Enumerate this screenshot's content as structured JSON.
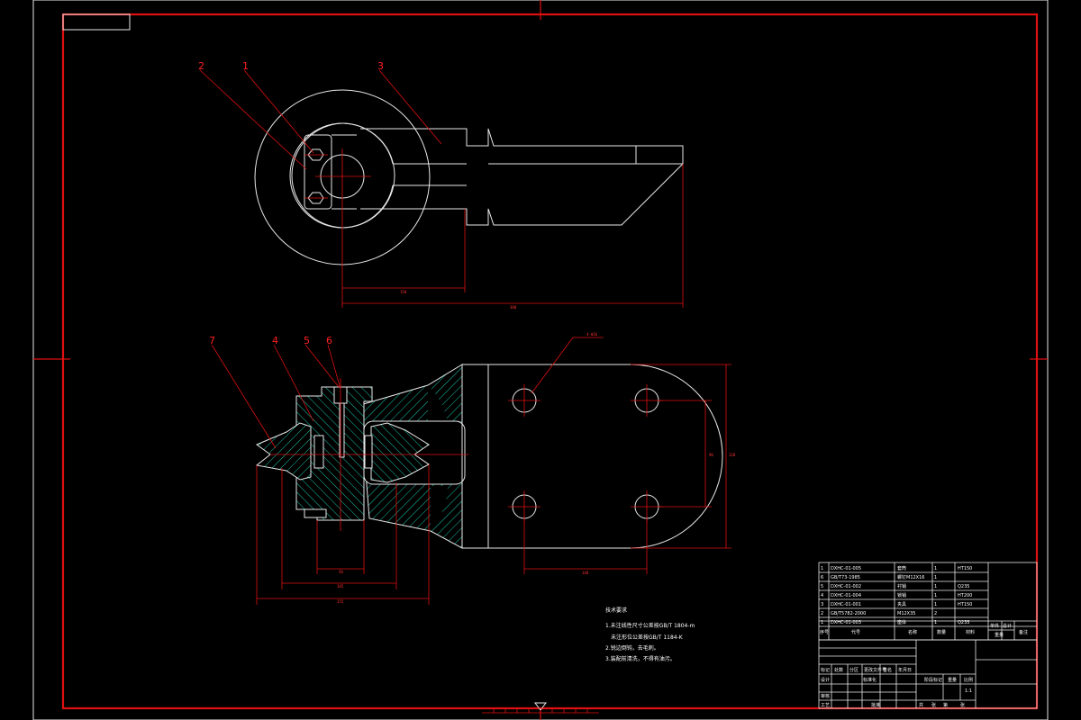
{
  "balloons": [
    "2",
    "1",
    "3",
    "7",
    "4",
    "5",
    "6"
  ],
  "dimensions": {
    "top_short": "150",
    "top_long": "300",
    "front_bore": "50",
    "front_mid": "105",
    "front_overall": "155",
    "side_height_inner": "90",
    "side_height_outer": "120",
    "side_hole_spacing": "140",
    "hole_callout": "4-Φ16"
  },
  "parts_list": [
    {
      "no": "1",
      "code": "DXHC-01-005",
      "name": "套筒",
      "qty": "1",
      "mat": "HT150"
    },
    {
      "no": "6",
      "code": "GB/T73-1985",
      "name": "螺钉M12X16",
      "qty": "1",
      "mat": ""
    },
    {
      "no": "5",
      "code": "DXHC-01-002",
      "name": "衬销",
      "qty": "1",
      "mat": "Q235"
    },
    {
      "no": "4",
      "code": "DXHC-01-004",
      "name": "锁销",
      "qty": "1",
      "mat": "HT200"
    },
    {
      "no": "3",
      "code": "DXHC-01-001",
      "name": "夹具",
      "qty": "1",
      "mat": "HT150"
    },
    {
      "no": "2",
      "code": "GB/T5782-2000",
      "name": "M12X35",
      "qty": "2",
      "mat": ""
    },
    {
      "no": "1",
      "code": "DXHC-01-003",
      "name": "座体",
      "qty": "1",
      "mat": "Q235"
    }
  ],
  "parts_header": {
    "no": "序号",
    "code": "代号",
    "name": "名称",
    "qty": "数量",
    "mat": "材料",
    "unit_wt": "单件",
    "total_wt": "总计",
    "weight": "重量",
    "remark": "备注"
  },
  "notes": {
    "title": "技术要求",
    "line1": "1.未注线性尺寸公差按GB/T 1804-m",
    "line2": "未注形位公差按GB/T 1184-K",
    "line3": "2.锐边倒钝，去毛刺。",
    "line4": "3.装配前清洗，不得有油污。"
  },
  "title_block": {
    "mark": "标记",
    "count": "处数",
    "zone": "分区",
    "change_doc": "更改文件号",
    "sign": "签名",
    "date": "年月日",
    "design": "设计",
    "standard": "标准化",
    "stage_mark": "阶段标记",
    "weight": "重量",
    "scale": "比例",
    "review": "审核",
    "process": "工艺",
    "approve": "批准",
    "sheet_total": "共",
    "sheet": "张",
    "sheet_no": "第",
    "scale_value": "1:1"
  }
}
